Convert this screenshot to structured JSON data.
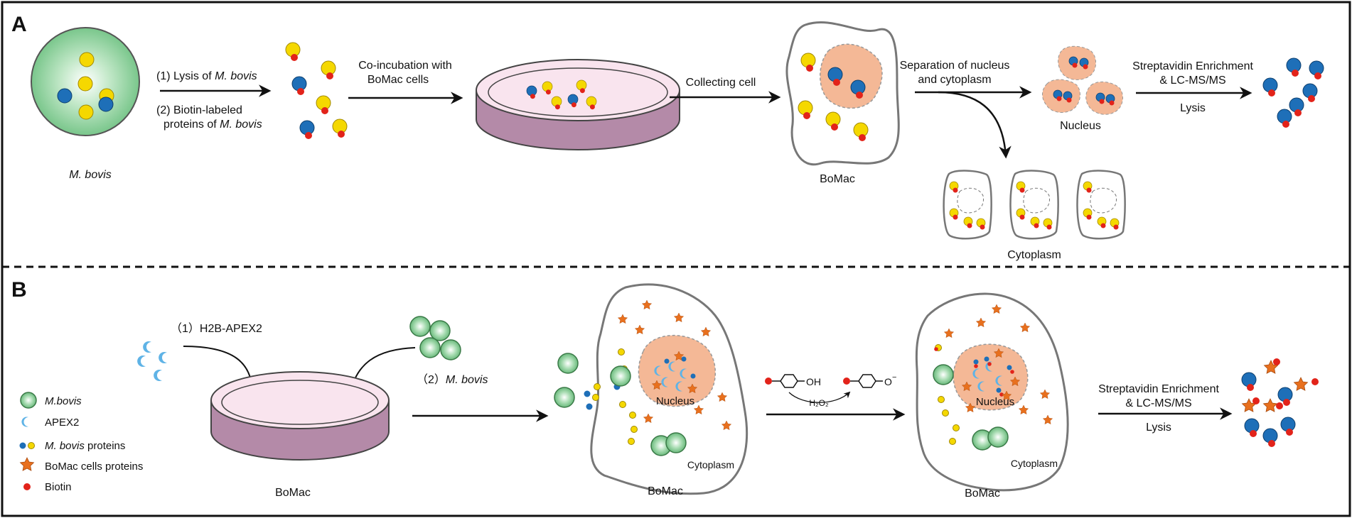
{
  "panel_a": {
    "letter": "A",
    "mbovis_label": "M. bovis",
    "step1_prefix": "(1) Lysis of ",
    "step1_italic": "M. bovis",
    "step2_line1": "(2) Biotin-labeled",
    "step2_line2_prefix": "proteins of ",
    "step2_line2_italic": "M. bovis",
    "coincubation_line1": "Co-incubation with",
    "coincubation_line2": "BoMac cells",
    "collecting_label": "Collecting cell",
    "bomac_label": "BoMac",
    "separation_line1": "Separation of nucleus",
    "separation_line2": "and cytoplasm",
    "nucleus_label": "Nucleus",
    "cytoplasm_label": "Cytoplasm",
    "enrichment_line1": "Streptavidin Enrichment",
    "enrichment_line2": "& LC-MS/MS",
    "lysis_label": "Lysis"
  },
  "panel_b": {
    "letter": "B",
    "h2b_label": "（1）H2B-APEX2",
    "mbovis2_prefix": "（2）",
    "mbovis2_italic": "M. bovis",
    "legend": {
      "mbovis": "M.bovis",
      "apex2": "APEX2",
      "proteins_italic": "M. bovis",
      "proteins_suffix": " proteins",
      "bomac_proteins": "BoMac cells proteins",
      "biotin": "Biotin"
    },
    "dish_label": "BoMac",
    "cell1_label": "BoMac",
    "cell2_label": "BoMac",
    "nucleus_label": "Nucleus",
    "cytoplasm_label": "Cytoplasm",
    "oh_label": "OH",
    "o_label": "O",
    "minus_label": "−",
    "h2o2_label": "H₂O₂",
    "enrichment_line1": "Streptavidin Enrichment",
    "enrichment_line2": "& LC-MS/MS",
    "lysis_label": "Lysis"
  },
  "colors": {
    "yellow": "#f5d800",
    "blue": "#1e6fb8",
    "red": "#e2231a",
    "green": "#8fd19e",
    "nucleus": "#f4b896",
    "apex2": "#5fb3e6",
    "star": "#e8701e",
    "dish": "#b48aa8",
    "dish_fill": "#f9e4ee"
  }
}
